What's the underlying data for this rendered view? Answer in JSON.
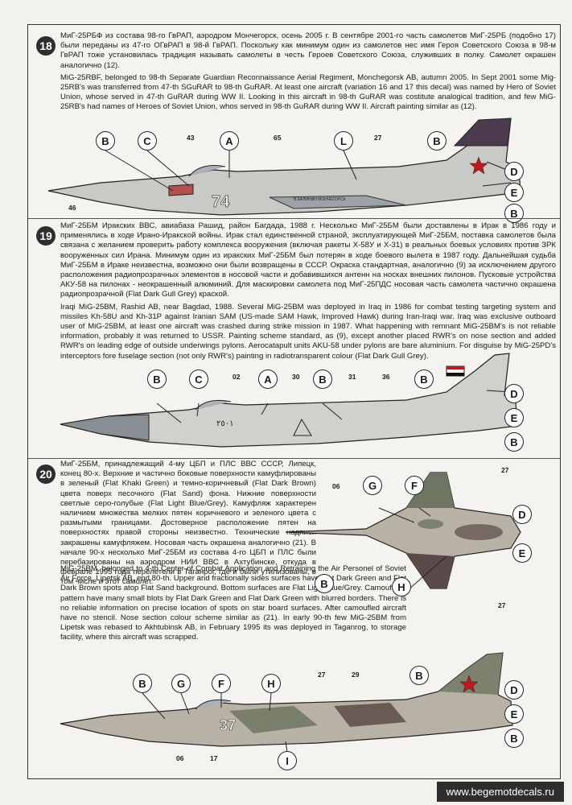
{
  "section18": {
    "number": "18",
    "ru": "МиГ-25РБФ из состава 98-го ГвРАП, аэродром Мончегорск, осень 2005 г. В сентябре 2001-го часть самолетов МиГ-25РБ (подобно 17) были переданы из 47-го ОГвРАП в 98-й ГвРАП. Поскольку как минимум один из самолетов нес имя Героя Советского Союза в 98-м ГвРАП тоже установилась традиция называть самолеты в честь Героев Советского Союза, служивших в полку. Самолет окрашен аналогично (12).",
    "en": "MiG-25RBF, belonged to 98-th Separate Guardian Reconnaissance Aerial Regiment, Monchegorsk AB, autumn 2005. In Sept 2001 some Mig-25RB's was transferred from 47-th SGuRAR to 98-th GuRAR. At least one aircraft (variation 16 and 17 this decal) was named by Hero of Soviet Union, whose served in 47-th GuRAR during WW II. Looking in this aircraft in 98-th GuRAR was costitute analogical tradition, and few MiG-25RB's had names of Heroes of Soviet Union, whos served in 98-th GuRAR during WW II. Aircraft painting similar as (12).",
    "callouts": [
      "B",
      "C",
      "43",
      "A",
      "65",
      "L",
      "27",
      "B",
      "D",
      "E",
      "B",
      "46"
    ],
    "side_number": "74",
    "name_decal": "В.КАЛИНИН МОНЧЕГОРСК"
  },
  "section19": {
    "number": "19",
    "ru": "МиГ-25БМ Иракских ВВС, авиабаза Рашид, район Багдада, 1988 г. Несколько МиГ-25БМ были доставлены в Ирак в 1986 году и применялись в ходе Ирано-Иракской войны. Ирак стал единственной страной, эксплуатирующей МиГ-25БМ, поставка самолетов была связана с желанием проверить работу комплекса вооружения (включая ракеты Х-58У и Х-31) в реальных боевых условиях против ЗРК вооруженных сил Ирана. Минимум один из иракских МиГ-25БМ был потерян в ходе боевого вылета в 1987 году. Дальнейшая судьба МиГ-25БМ в Ираке неизвестна, возможно они были возвращены в СССР. Окраска стандартная, аналогично (9) за исключением другого расположения радиопрозрачных элементов в носовой части и добавившихся антенн на носках внешних пилонов. Пусковые устройства АКУ-58 на пилонах - неокрашенный алюминий. Для маскировки самолета под МиГ-25ПДС носовая часть самолета частично окрашена радиопрозрачной (Flat Dark Gull Grey) краской.",
    "en": "Iraqi MiG-25BM, Rashid AB, near Bagdad, 1988. Several MiG-25BM was deployed in Iraq in 1986 for combat testing targeting system and missiles Kh-58U and Kh-31P against Iranian SAM (US-made SAM Hawk, Improved Hawk) during Iran-Iraqi war. Iraq was exclusive outboard user of MiG-25BM, at least one aircraft was crashed during strike mission in 1987. What happening with remnant MiG-25BM's is not reliable information, probably it was returned to USSR. Painting scheme standard, as (9), except another placed RWR's on nose section and added RWR's on leading edge of outside underwings pylons. Aerocatapult units AKU-58 under pylons are bare aluminium. For disguise by MiG-25PD's interceptors fore fuselage section (not only RWR's) painting in radiotransparent colour (Flat Dark Gull Grey).",
    "callouts": [
      "B",
      "C",
      "02",
      "A",
      "30",
      "B",
      "31",
      "36",
      "B",
      "D",
      "E",
      "B"
    ],
    "side_number": "٢٥٠١"
  },
  "section20": {
    "number": "20",
    "ru": "МиГ-25БМ, принадлежащий 4-му ЦБП и ПЛС ВВС СССР, Липецк, конец 80-х. Верхние и частично боковые поверхности камуфлированы в зеленый (Flat Khaki Green) и темно-коричневый (Flat Dark Brown) цвета поверх песочного (Flat Sand) фона. Нижние поверхности светлые серо-голубые (Flat Light Blue/Grey). Камуфляж характерен наличием множества мелких пятен коричневого и зеленого цвета с размытыми границами. Достоверное расположение пятен на поверхностях правой стороны неизвестно. Технические надписи закрашены камуфляжем. Носовая часть окрашена аналогично (21). В начале 90-х несколько МиГ-25БМ из состава 4-го ЦБП и ПЛС были перебазированы на аэродром НИИ ВВС в Ахтубинске, откуда в феврале 1995 года перелетели в Таганрог, где и были утилизованы, в том числе и этот самолет.",
    "en": "MiG-25BM, belonged to 4-th Center of Combat Application and Retraining the Air Personel of Soviet Air Force, Lipetsk AB, end 80-th. Upper and fractionally sides surfaces have Flat Dark Green and Flat Dark Brown spots atop Flat Sand background. Bottom surfaces are Flat Light Blue/Grey. Camouflage pattern have many small blots by Flat Dark Green and Flat Dark Green with blurred borders. There is no reliable information on precise location of spots on star board surfaces. After camoufled aircraft have no stencil. Nose section colour scheme similar as (21). In early 90-th few MiG-25BM from Lipetsk was rebased to Akhtubinsk AB, in February 1995 its was deployed in Taganrog, to storage facility, where this aircraft was scrapped.",
    "top_callouts": [
      "06",
      "G",
      "F",
      "27",
      "D",
      "E",
      "B",
      "H",
      "27"
    ],
    "side_callouts": [
      "B",
      "G",
      "F",
      "H",
      "27",
      "29",
      "B",
      "D",
      "E",
      "B",
      "06",
      "17",
      "I"
    ],
    "side_number": "37"
  },
  "footer": {
    "website": "www.begemotdecals.ru"
  },
  "colors": {
    "camo_green": "#6e7560",
    "camo_brown": "#5a4a48",
    "camo_sand": "#b8b2a6",
    "iraq_grey": "#8a8f95",
    "outline": "#222222"
  }
}
